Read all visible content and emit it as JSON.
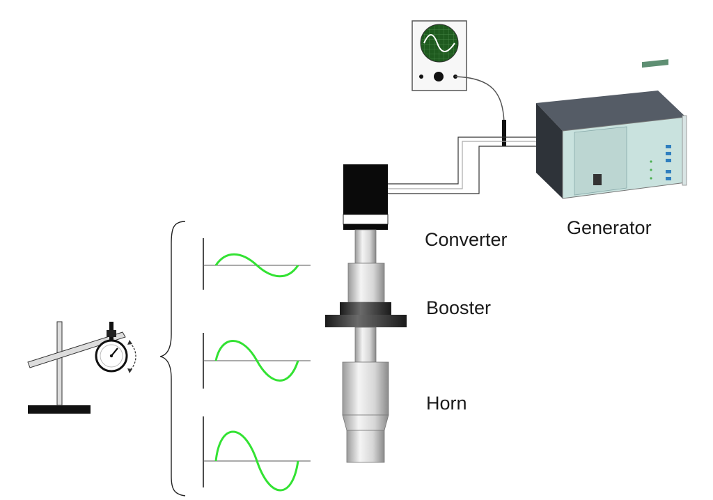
{
  "labels": {
    "generator": "Generator",
    "converter": "Converter",
    "booster": "Booster",
    "horn": "Horn"
  },
  "colors": {
    "wave": "#33e233",
    "scope_screen": "#1e5a1e",
    "scope_wave": "#ffffff",
    "generator_panel": "#c9e2de",
    "generator_body": "#3a4048",
    "metal_light": "#e6e6e6",
    "metal_dark": "#8a8a8a",
    "booster_ring": "#2a2a2a"
  },
  "icons": [
    "oscilloscope-icon",
    "generator-rack-icon",
    "dial-gauge-icon",
    "brace-icon"
  ],
  "waves": [
    {
      "label": "converter-output",
      "amplitude": 1
    },
    {
      "label": "booster-output",
      "amplitude": 2
    },
    {
      "label": "horn-output",
      "amplitude": 3
    }
  ]
}
